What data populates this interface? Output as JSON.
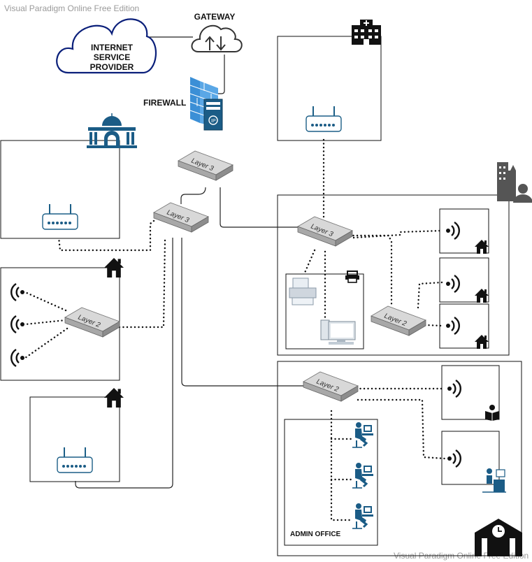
{
  "labels": {
    "gateway": "GATEWAY",
    "isp": [
      "INTERNET",
      "SERVICE",
      "PROVIDER"
    ],
    "firewall": "FIREWALL",
    "admin_office": "ADMIN OFFICE"
  },
  "devices": {
    "layer3": "Layer 3",
    "layer2": "Layer 2"
  },
  "watermark": "Visual Paradigm Online Free Edition",
  "colors": {
    "isp_outline": "#0a1f7a",
    "icon_blue": "#1b5c86",
    "firewall_blue": "#3b8fd6"
  }
}
